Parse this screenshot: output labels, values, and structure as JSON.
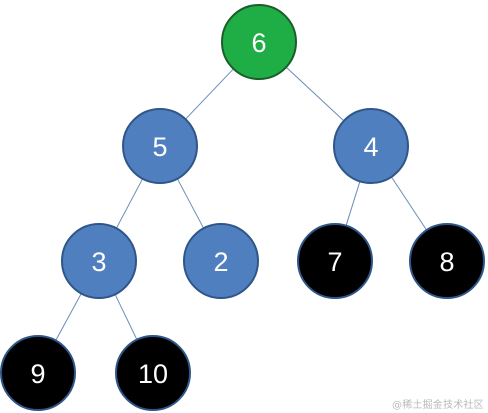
{
  "colors": {
    "root": "#1fae45",
    "root_stroke": "#1b5e2a",
    "inner": "#4f7fbf",
    "inner_stroke": "#2f5689",
    "leaf": "#000000",
    "leaf_stroke": "#2f5689",
    "text": "#ffffff",
    "edge": "#6a8cb8"
  },
  "tree": {
    "nodes": [
      {
        "id": "n6",
        "label": "6",
        "style": "root"
      },
      {
        "id": "n5",
        "label": "5",
        "style": "inner"
      },
      {
        "id": "n4",
        "label": "4",
        "style": "inner"
      },
      {
        "id": "n3",
        "label": "3",
        "style": "inner"
      },
      {
        "id": "n2",
        "label": "2",
        "style": "inner"
      },
      {
        "id": "n7",
        "label": "7",
        "style": "leaf"
      },
      {
        "id": "n8",
        "label": "8",
        "style": "leaf"
      },
      {
        "id": "n9",
        "label": "9",
        "style": "leaf"
      },
      {
        "id": "n10",
        "label": "10",
        "style": "leaf"
      }
    ],
    "edges": [
      {
        "from": "n6",
        "to": "n5"
      },
      {
        "from": "n6",
        "to": "n4"
      },
      {
        "from": "n5",
        "to": "n3"
      },
      {
        "from": "n5",
        "to": "n2"
      },
      {
        "from": "n4",
        "to": "n7"
      },
      {
        "from": "n4",
        "to": "n8"
      },
      {
        "from": "n3",
        "to": "n9"
      },
      {
        "from": "n3",
        "to": "n10"
      }
    ]
  },
  "watermark": {
    "text": "@稀土掘金技术社区"
  }
}
